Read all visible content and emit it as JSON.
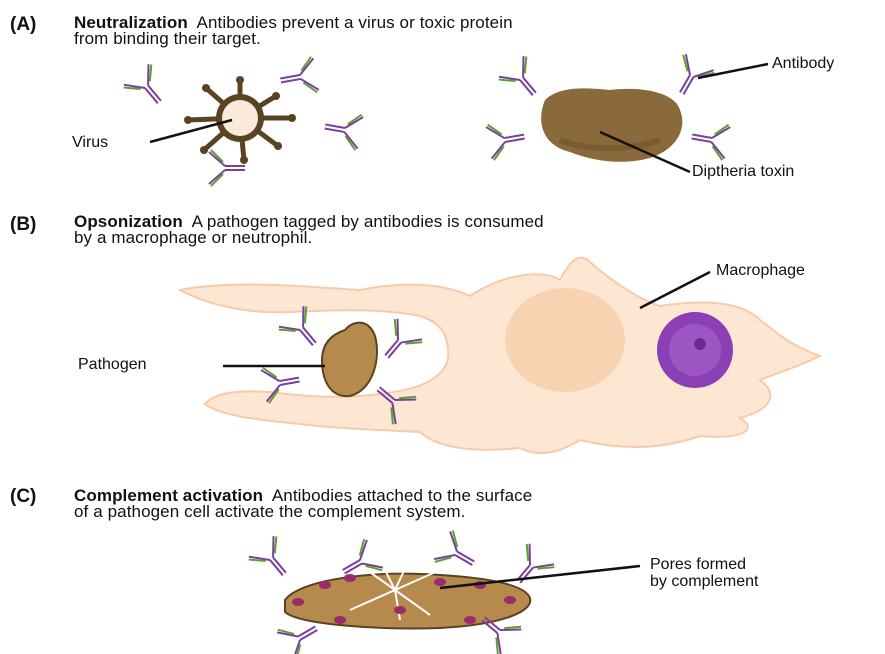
{
  "panels": [
    {
      "letter": "(A)",
      "title": "Neutralization",
      "line1": "Antibodies prevent a virus or toxic protein",
      "line2": "from binding their target.",
      "labels": {
        "virus": "Virus",
        "antibody": "Antibody",
        "toxin": "Diptheria toxin"
      }
    },
    {
      "letter": "(B)",
      "title": "Opsonization",
      "line1": "A pathogen tagged by antibodies is consumed",
      "line2": "by a macrophage or neutrophil.",
      "labels": {
        "macrophage": "Macrophage",
        "pathogen": "Pathogen"
      }
    },
    {
      "letter": "(C)",
      "title": "Complement activation",
      "line1": "Antibodies attached to the surface",
      "line2": "of a pathogen cell activate the complement system.",
      "labels": {
        "pores_line1": "Pores formed",
        "pores_line2": "by complement"
      }
    }
  ],
  "colors": {
    "antibody_heavy": "#7a3f9a",
    "antibody_light": "#5aa02c",
    "virus_body": "#5a4322",
    "virus_core": "#fbe9da",
    "toxin": "#8a6a3a",
    "macrophage": "#fde6d2",
    "macrophage_edge": "#f6cba9",
    "neutrophil_nucleus": "#8b3fb5",
    "pathogen": "#b58a4c",
    "pore": "#9a2c6a"
  }
}
